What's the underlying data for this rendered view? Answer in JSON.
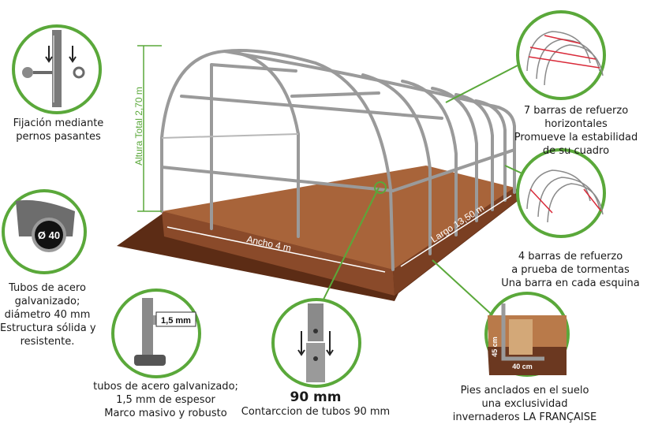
{
  "dimensions": {
    "height": "Altura Total 2,70 m",
    "width": "Ancho 4 m",
    "length": "Largo 13,50 m"
  },
  "callouts": {
    "bolts": [
      "Fijación mediante",
      "pernos pasantes"
    ],
    "tube_diameter": [
      "Tubos de acero",
      "galvanizado;",
      "diámetro 40 mm",
      "Estructura sólida y",
      "resistente."
    ],
    "tube_thickness": [
      "tubos de acero galvanizado;",
      "1,5 mm de espesor",
      "Marco masivo y robusto"
    ],
    "connection_size": "90 mm",
    "connection": "Contarccion de tubos 90 mm",
    "horizontal_bars": [
      "7 barras de refuerzo",
      "horizontales",
      "Promueve la estabilidad",
      "de su cuadro"
    ],
    "storm_bars": [
      "4 barras de refuerzo",
      "a prueba de tormentas",
      "Una barra en cada esquina"
    ],
    "anchors": [
      "Pies anclados en el suelo",
      "una exclusividad",
      "invernaderos LA FRANÇAISE"
    ]
  },
  "detail_labels": {
    "diameter": "Ø 40",
    "thickness": "1,5 mm",
    "anchor_height": "45 cm",
    "anchor_width": "40 cm"
  },
  "colors": {
    "green": "#5aa83a",
    "soil": "#a8643a",
    "soil_dark": "#6b3820",
    "frame": "#9a9a9a"
  }
}
